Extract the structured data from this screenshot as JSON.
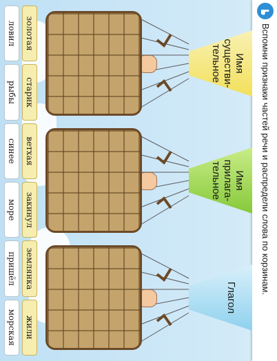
{
  "instruction": {
    "icon": "hand-pointer-icon",
    "text": "Вспомни признаки частей речи и распредели слова по корзинам."
  },
  "baskets": [
    {
      "label_lines": [
        "Имя",
        "существи-",
        "тельное"
      ],
      "cone_color": "#f4e466",
      "shirt_color": "#8a1d22"
    },
    {
      "label_lines": [
        "Имя",
        "прилага-",
        "тельное"
      ],
      "cone_color": "#9ed84c",
      "shirt_color": "#2f5f23"
    },
    {
      "label_lines": [
        "Глагол"
      ],
      "cone_color": "#a6dcf2",
      "shirt_color": "#1e4c8a"
    }
  ],
  "word_rows": [
    {
      "style": "yellow",
      "words": [
        "золотая",
        "старик",
        "ветхая",
        "закинул",
        "землянка",
        "жили"
      ]
    },
    {
      "style": "white",
      "words": [
        "ловил",
        "рыбы",
        "синее",
        "море",
        "пришёл",
        "морская"
      ]
    }
  ]
}
